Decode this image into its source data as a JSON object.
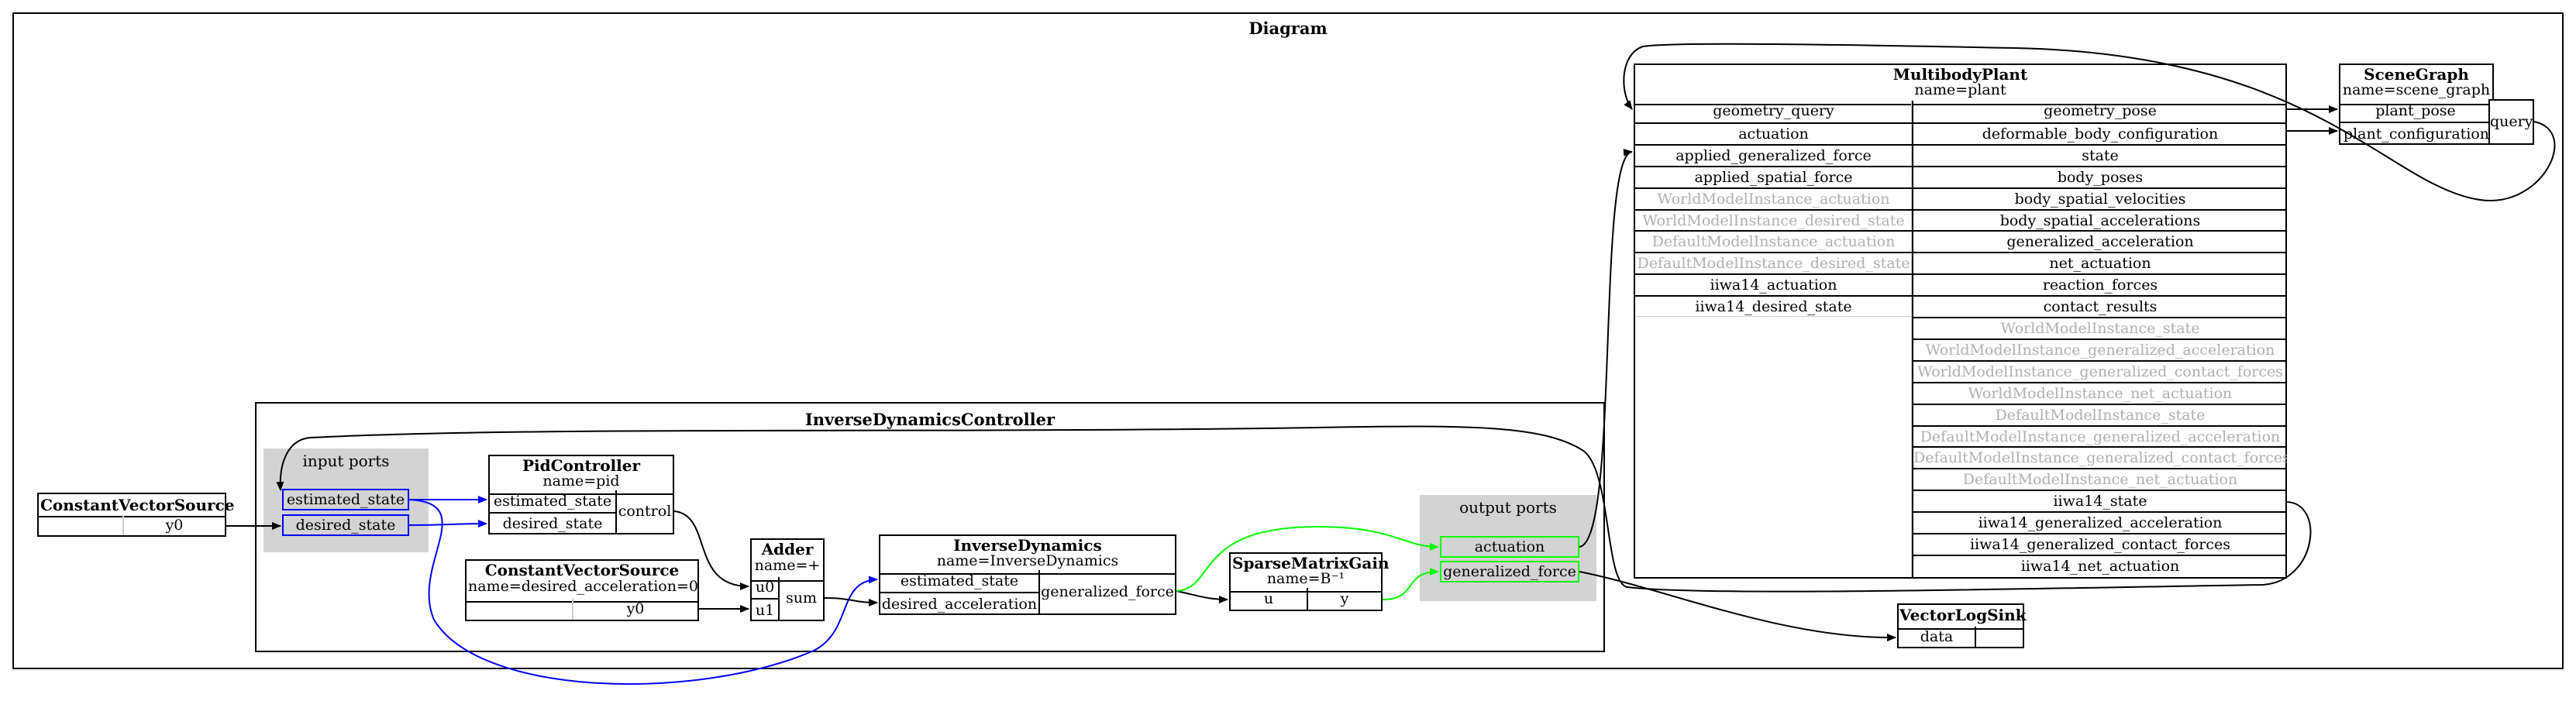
{
  "diagram": {
    "title": "Diagram",
    "idc_title": "InverseDynamicsController",
    "input_ports": {
      "title": "input ports",
      "items": [
        "estimated_state",
        "desired_state"
      ]
    },
    "output_ports": {
      "title": "output ports",
      "items": [
        "actuation",
        "generalized_force"
      ]
    },
    "cvs1": {
      "name": "ConstantVectorSource",
      "out": "y0"
    },
    "pid": {
      "name": "PidController",
      "sub": "name=pid",
      "in": [
        "estimated_state",
        "desired_state"
      ],
      "out": "control"
    },
    "cvs2": {
      "name": "ConstantVectorSource",
      "sub": "name=desired_acceleration=0",
      "out": "y0"
    },
    "adder": {
      "name": "Adder",
      "sub": "name=+",
      "in": [
        "u0",
        "u1"
      ],
      "out": "sum"
    },
    "invdyn": {
      "name": "InverseDynamics",
      "sub": "name=InverseDynamics",
      "in": [
        "estimated_state",
        "desired_acceleration"
      ],
      "out": "generalized_force"
    },
    "smg": {
      "name": "SparseMatrixGain",
      "sub": "name=B⁻¹",
      "in": "u",
      "out": "y"
    },
    "plant": {
      "name": "MultibodyPlant",
      "sub": "name=plant",
      "inputs": [
        "geometry_query",
        "actuation",
        "applied_generalized_force",
        "applied_spatial_force",
        "WorldModelInstance_actuation",
        "WorldModelInstance_desired_state",
        "DefaultModelInstance_actuation",
        "DefaultModelInstance_desired_state",
        "iiwa14_actuation",
        "iiwa14_desired_state"
      ],
      "outputs": [
        "geometry_pose",
        "deformable_body_configuration",
        "state",
        "body_poses",
        "body_spatial_velocities",
        "body_spatial_accelerations",
        "generalized_acceleration",
        "net_actuation",
        "reaction_forces",
        "contact_results",
        "WorldModelInstance_state",
        "WorldModelInstance_generalized_acceleration",
        "WorldModelInstance_generalized_contact_forces",
        "WorldModelInstance_net_actuation",
        "DefaultModelInstance_state",
        "DefaultModelInstance_generalized_acceleration",
        "DefaultModelInstance_generalized_contact_forces",
        "DefaultModelInstance_net_actuation",
        "iiwa14_state",
        "iiwa14_generalized_acceleration",
        "iiwa14_generalized_contact_forces",
        "iiwa14_net_actuation"
      ]
    },
    "scene_graph": {
      "name": "SceneGraph",
      "sub": "name=scene_graph",
      "in": [
        "plant_pose",
        "plant_configuration"
      ],
      "out": "query"
    },
    "logger": {
      "name": "VectorLogSink",
      "in": "data"
    },
    "colors": {
      "wire": "#000000",
      "blue_wire": "#0000ff",
      "green_wire": "#00ff00",
      "cluster_fill": "#d3d3d3",
      "faint_text": "#b0b0b0"
    }
  }
}
